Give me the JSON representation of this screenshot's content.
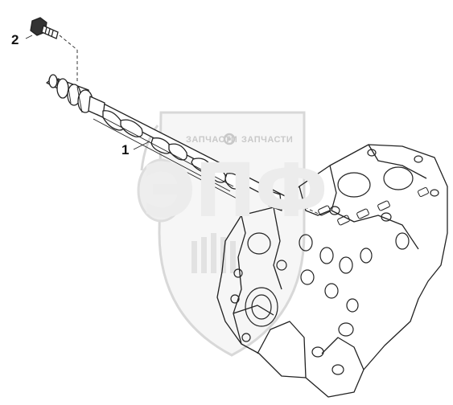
{
  "callouts": {
    "part_1": "1",
    "part_2": "2"
  },
  "watermark": {
    "text_left": "ЗАПЧАСТИ",
    "text_right": "ЗАПЧАСТИ",
    "logo_text": "ЭПФ"
  },
  "colors": {
    "line": "#222222",
    "watermark": "#d4d4d4"
  }
}
